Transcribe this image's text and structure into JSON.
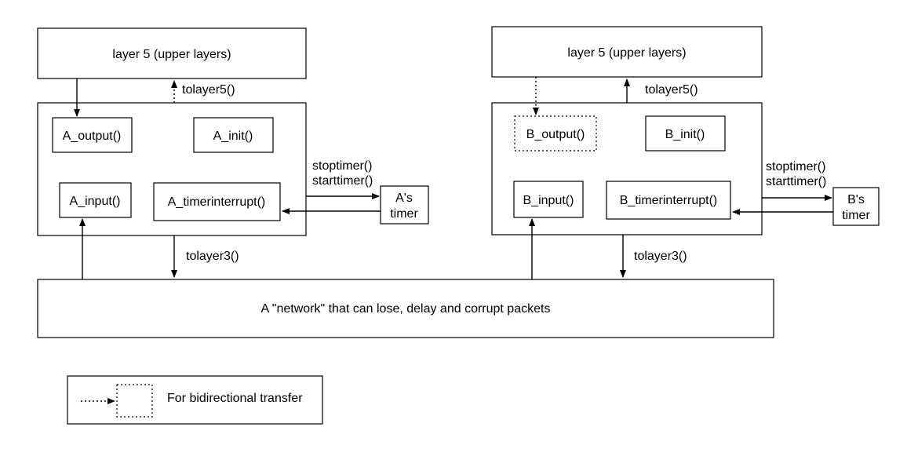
{
  "side_a": {
    "layer5": "layer 5 (upper layers)",
    "tolayer5": "tolayer5()",
    "output": "A_output()",
    "init": "A_init()",
    "input": "A_input()",
    "timerinterrupt": "A_timerinterrupt()",
    "stoptimer": "stoptimer()",
    "starttimer": "starttimer()",
    "timer_line1": "A's",
    "timer_line2": "timer",
    "tolayer3": "tolayer3()"
  },
  "side_b": {
    "layer5": "layer 5 (upper layers)",
    "tolayer5": "tolayer5()",
    "output": "B_output()",
    "init": "B_init()",
    "input": "B_input()",
    "timerinterrupt": "B_timerinterrupt()",
    "stoptimer": "stoptimer()",
    "starttimer": "starttimer()",
    "timer_line1": "B's",
    "timer_line2": "timer",
    "tolayer3": "tolayer3()"
  },
  "network": "A \"network\" that can lose, delay and corrupt packets",
  "legend": {
    "text": "For bidirectional transfer"
  }
}
